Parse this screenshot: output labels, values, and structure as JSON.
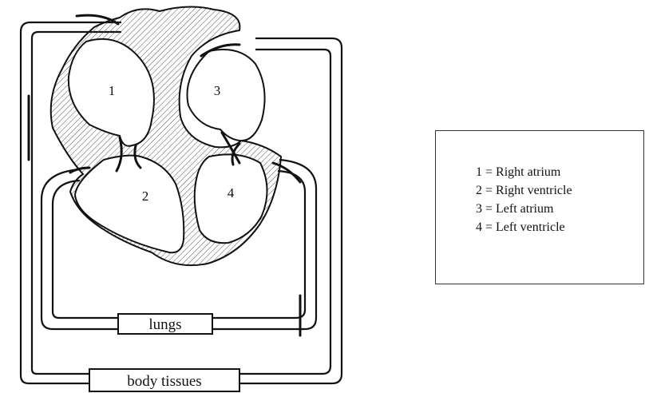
{
  "diagram": {
    "chambers": [
      {
        "number": "1",
        "name": "Right atrium"
      },
      {
        "number": "2",
        "name": "Right ventricle"
      },
      {
        "number": "3",
        "name": "Left atrium"
      },
      {
        "number": "4",
        "name": "Left ventricle"
      }
    ],
    "lungs_label": "lungs",
    "body_label": "body tissues"
  },
  "legend": {
    "items": [
      "1 = Right atrium",
      "2 = Right ventricle",
      "3 = Left atrium",
      "4 = Left ventricle"
    ]
  },
  "colors": {
    "ink": "#111111",
    "background": "#ffffff"
  }
}
